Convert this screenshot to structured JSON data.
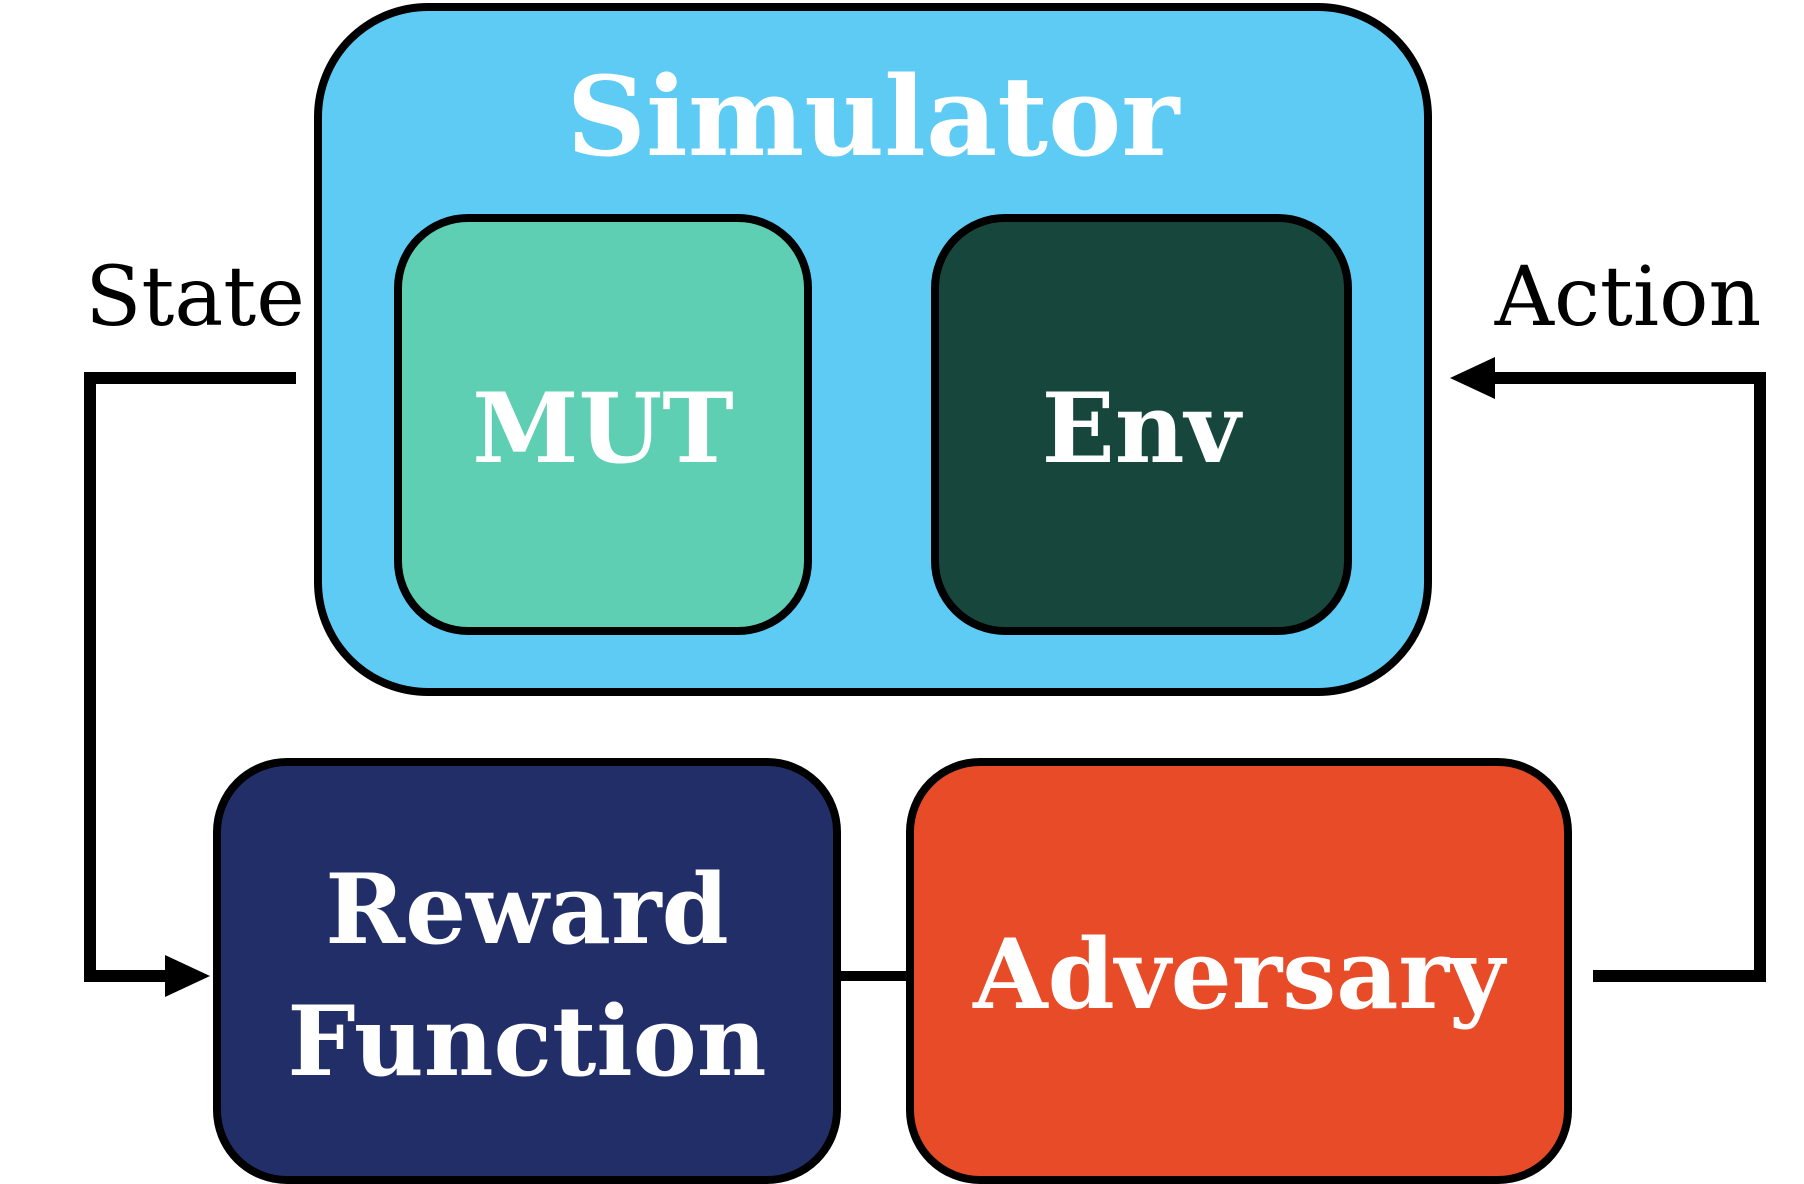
{
  "colors": {
    "simulator": "#5ecbf4",
    "mut": "#5ecfb2",
    "env": "#17473c",
    "reward": "#222e68",
    "adversary": "#e74b27",
    "stroke": "#000000",
    "text_light": "#ffffff",
    "text_dark": "#000000"
  },
  "simulator": {
    "label": "Simulator"
  },
  "mut": {
    "label": "MUT"
  },
  "env": {
    "label": "Env"
  },
  "reward": {
    "label_line1": "Reward",
    "label_line2": "Function"
  },
  "adversary": {
    "label": "Adversary"
  },
  "edges": {
    "state_label": "State",
    "action_label": "Action"
  }
}
